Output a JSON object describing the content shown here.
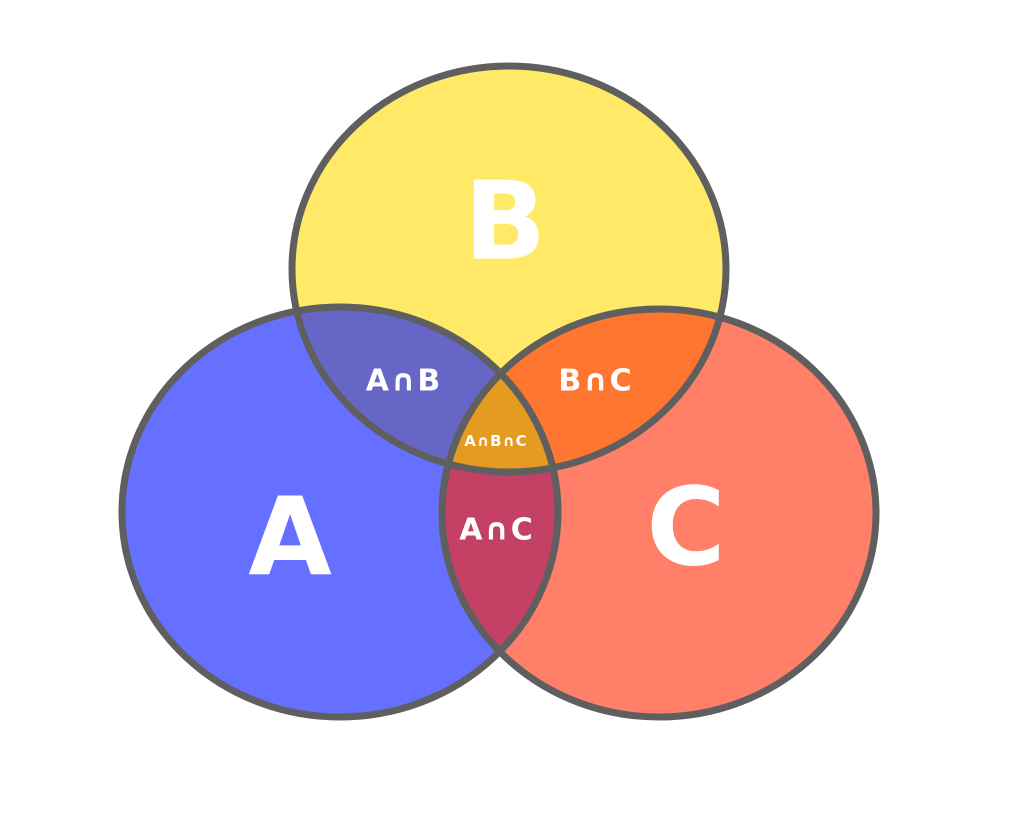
{
  "diagram": {
    "sets": [
      {
        "id": "A",
        "label": "A",
        "fill": "#6670FF"
      },
      {
        "id": "B",
        "label": "B",
        "fill": "#FFE966"
      },
      {
        "id": "C",
        "label": "C",
        "fill": "#FF7F69"
      }
    ],
    "regions": {
      "ab": {
        "label": "A∩B",
        "fill": "#6566C6"
      },
      "bc": {
        "label": "B∩C",
        "fill": "#FF7630"
      },
      "ac": {
        "label": "A∩C",
        "fill": "#C44064"
      },
      "abc": {
        "label": "A∩B∩C",
        "fill": "#E59A20"
      }
    },
    "outline_color": "#5F5F5F"
  }
}
